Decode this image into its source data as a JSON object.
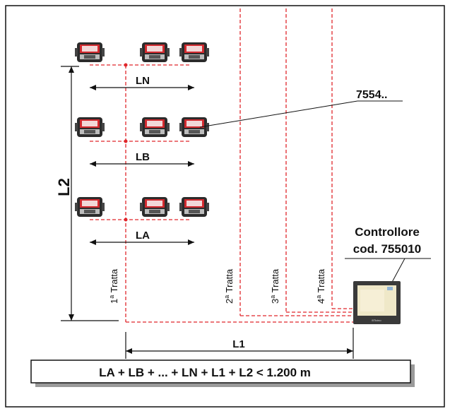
{
  "labels": {
    "ln": "LN",
    "lb": "LB",
    "la": "LA",
    "l2": "L2",
    "l1": "L1",
    "device_code": "7554..",
    "controller_line1": "Controllore",
    "controller_line2": "cod. 755010",
    "controller_screen_text": "BTicino"
  },
  "tratte": [
    {
      "num": "1",
      "sup": "a",
      "word": "Tratta"
    },
    {
      "num": "2",
      "sup": "a",
      "word": "Tratta"
    },
    {
      "num": "3",
      "sup": "a",
      "word": "Tratta"
    },
    {
      "num": "4",
      "sup": "a",
      "word": "Tratta"
    }
  ],
  "formula": "LA + LB + ... + LN + L1 + L2 < 1.200 m",
  "colors": {
    "dashed_line": "#e0262b",
    "device_body": "#2b2b2b",
    "device_accent": "#d22a2f",
    "border": "#111111",
    "formula_shadow": "#9a9a9a"
  }
}
